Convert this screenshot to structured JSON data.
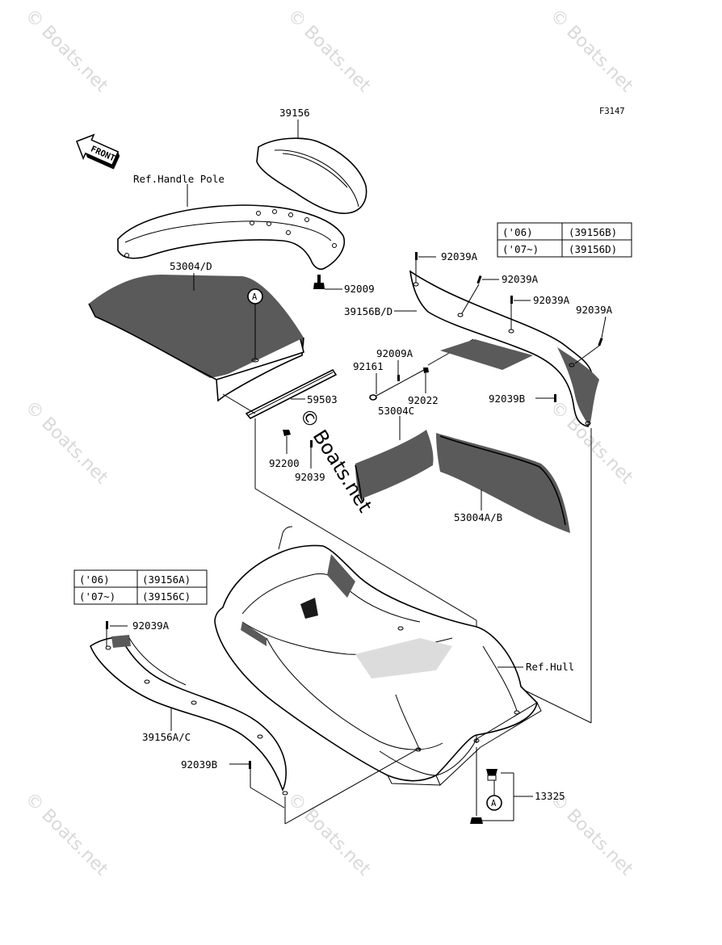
{
  "figure_code": "F3147",
  "watermark": "© Boats.net",
  "front_arrow_label": "FRONT",
  "circle_marker": "A",
  "labels": {
    "p39156": "39156",
    "ref_handle_pole": "Ref.Handle Pole",
    "p53004d": "53004/D",
    "p92009": "92009",
    "p92039a_1": "92039A",
    "p92039a_2": "92039A",
    "p92039a_3": "92039A",
    "p92039a_4": "92039A",
    "p39156bd": "39156B/D",
    "p92009a": "92009A",
    "p92161": "92161",
    "p92022": "92022",
    "p92039b_1": "92039B",
    "p59503": "59503",
    "p53004c": "53004C",
    "p92200": "92200",
    "p92039": "92039",
    "p53004ab": "53004A/B",
    "p92039a_5": "92039A",
    "ref_hull": "Ref.Hull",
    "p39156ac": "39156A/C",
    "p92039b_2": "92039B",
    "p13325": "13325"
  },
  "table_right": {
    "rows": [
      {
        "year": "('06)",
        "part": "(39156B)"
      },
      {
        "year": "('07~)",
        "part": "(39156D)"
      }
    ]
  },
  "table_left": {
    "rows": [
      {
        "year": "('06)",
        "part": "(39156A)"
      },
      {
        "year": "('07~)",
        "part": "(39156C)"
      }
    ]
  }
}
